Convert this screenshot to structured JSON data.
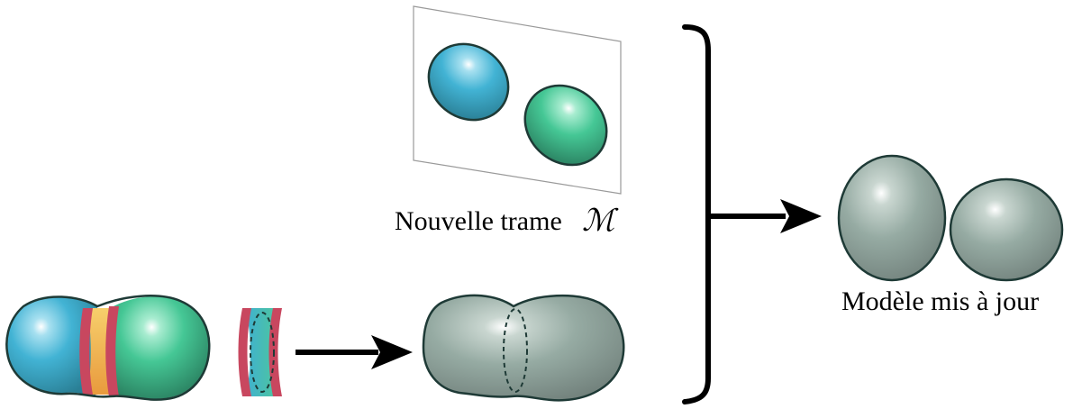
{
  "labels": {
    "new_frame": "Nouvelle trame",
    "frame_symbol": "ℳ",
    "updated_model": "Modèle mis à jour"
  },
  "colors": {
    "blue": "#3fb0d2",
    "green": "#3fbf8f",
    "grey": "#93a8a0",
    "seam_red": "#c8475f",
    "seam_yellow": "#f3b553",
    "outline": "#1e3a36"
  }
}
